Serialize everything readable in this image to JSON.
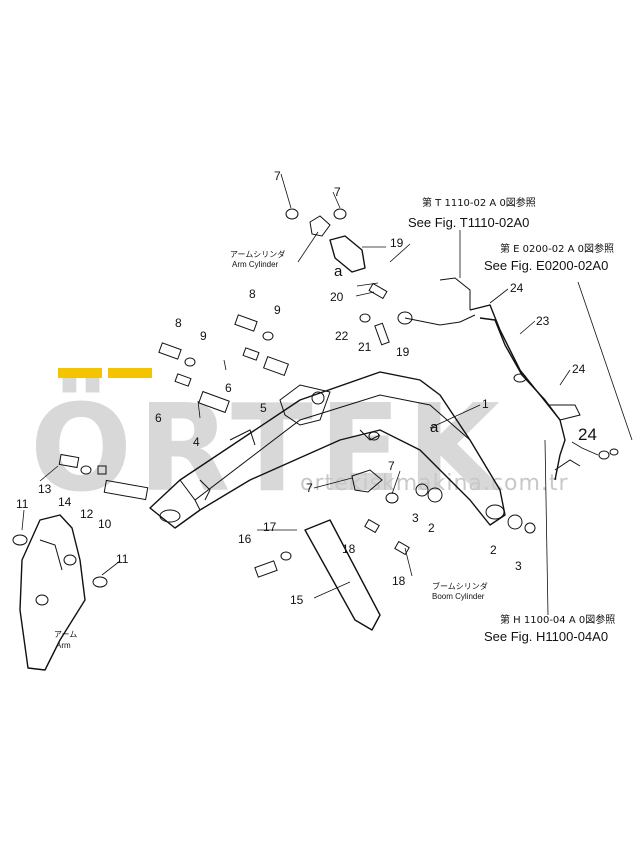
{
  "watermark": {
    "brand": "ÖRTEK",
    "url": "ortekiskmakina.com.tr",
    "accent": "#f5c400"
  },
  "refs": {
    "t1110_jp": "第 T 1110-02 A 0図参照",
    "t1110_en": "See Fig. T1110-02A0",
    "e0200_jp": "第 E 0200-02 A 0図参照",
    "e0200_en": "See Fig. E0200-02A0",
    "h1100_jp": "第 H 1100-04 A 0図参照",
    "h1100_en": "See Fig. H1100-04A0"
  },
  "notes": {
    "arm_cyl_jp": "アームシリンダ",
    "arm_cyl_en": "Arm Cylinder",
    "boom_cyl_jp": "ブームシリンダ",
    "boom_cyl_en": "Boom Cylinder",
    "arm_jp": "アーム",
    "arm_en": "Arm",
    "marker_a": "a"
  },
  "parts": {
    "p1": "1",
    "p2": "2",
    "p3": "3",
    "p4": "4",
    "p5": "5",
    "p6": "6",
    "p7": "7",
    "p8": "8",
    "p9": "9",
    "p10": "10",
    "p11": "11",
    "p12": "12",
    "p13": "13",
    "p14": "14",
    "p15": "15",
    "p16": "16",
    "p17": "17",
    "p18": "18",
    "p19": "19",
    "p20": "20",
    "p21": "21",
    "p22": "22",
    "p23": "23",
    "p24": "24"
  }
}
